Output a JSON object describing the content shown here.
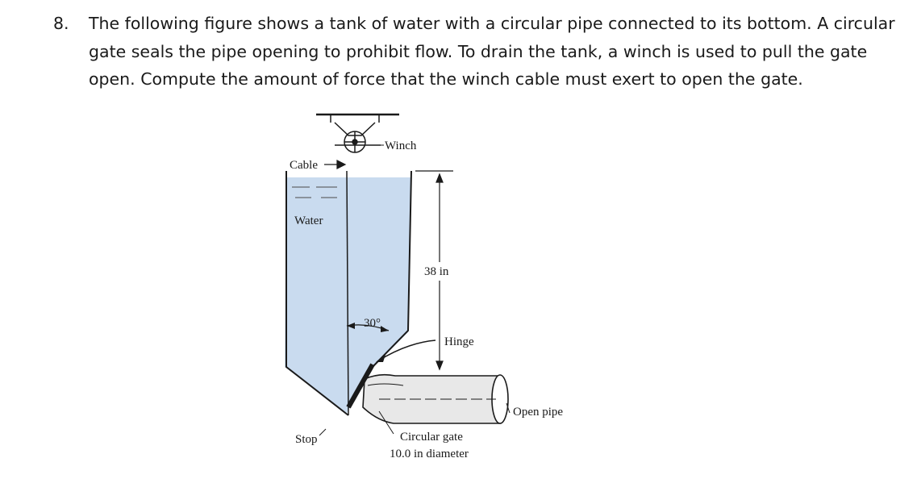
{
  "question": {
    "number": "8.",
    "text": "The following figure shows a tank of water with a circular pipe connected to its bottom. A circular gate seals the pipe opening to prohibit flow. To drain the tank, a winch is used to pull the gate open. Compute the amount of force that the winch cable must exert to open the gate."
  },
  "figure": {
    "labels": {
      "winch": "Winch",
      "cable": "Cable",
      "water": "Water",
      "depth": "38 in",
      "angle": "30°",
      "hinge": "Hinge",
      "open_pipe": "Open pipe",
      "stop": "Stop",
      "gate_line1": "Circular gate",
      "gate_line2": "10.0 in diameter"
    },
    "colors": {
      "water": "#c9dbef",
      "line": "#1a1a1a",
      "pipe": "#e8e8e8"
    }
  }
}
